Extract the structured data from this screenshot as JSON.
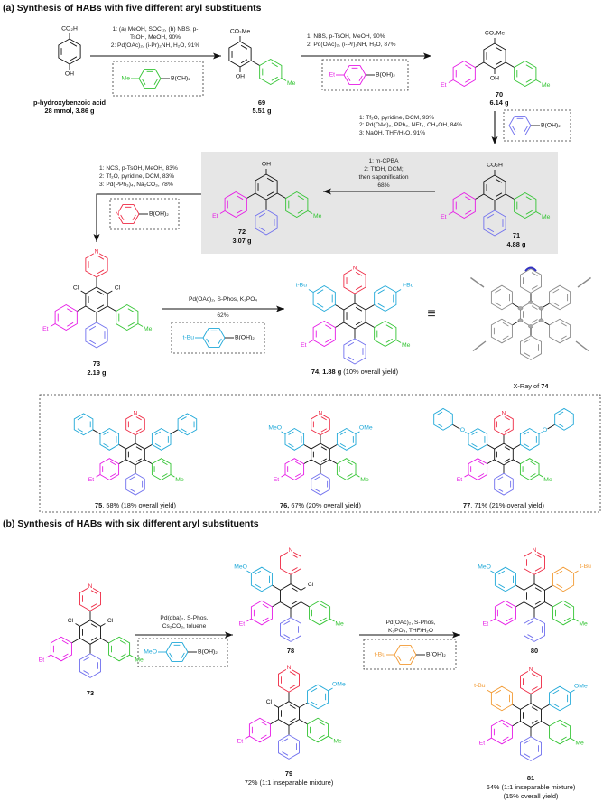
{
  "section_a_title": "(a) Synthesis of HABs with five different aryl substituents",
  "section_b_title": "(b) Synthesis of HABs with six different aryl substituents",
  "atoms": {
    "me": "Me",
    "et": "Et",
    "tbu": "t-Bu",
    "meo": "MeO",
    "ome": "OMe",
    "o": "O",
    "n": "N",
    "cl": "Cl",
    "oh": "OH",
    "co2h": "CO₂H",
    "co2me": "CO₂Me",
    "boh2": "B(OH)₂"
  },
  "colors": {
    "magenta": "#e619e6",
    "green": "#33c433",
    "blue": "#7070ee",
    "red": "#ee2a44",
    "cyan": "#1fa8d8",
    "orange": "#f29a33",
    "grey_box": "#e6e6e6",
    "xray": "#8a8a8a",
    "xray_n": "#3030c0"
  },
  "compounds": {
    "start": {
      "name": "p-hydroxybenzoic acid",
      "amount": "28 mmol, 3.86 g"
    },
    "c69": {
      "id": "69",
      "amount": "5.51 g"
    },
    "c70": {
      "id": "70",
      "amount": "6.14 g"
    },
    "c71": {
      "id": "71",
      "amount": "4.88 g"
    },
    "c72": {
      "id": "72",
      "amount": "3.07 g"
    },
    "c73": {
      "id": "73",
      "amount": "2.19 g"
    },
    "c74": {
      "id": "74",
      "amount": ", 1.88 g",
      "yield": " (10% overall yield)"
    },
    "c75": {
      "id": "75",
      "yield": ", 58% (18% overall yield)"
    },
    "c76": {
      "id": "76,",
      "yield": " 67% (20% overall yield)"
    },
    "c77": {
      "id": "77",
      "yield": ", 71% (21% overall yield)"
    },
    "c73b": {
      "id": "73"
    },
    "c78": {
      "id": "78"
    },
    "c79": {
      "id": "79",
      "yield": "72% (1:1 inseparable mixture)"
    },
    "c80": {
      "id": "80"
    },
    "c81": {
      "id": "81",
      "yield": "64% (1:1 inseparable mixture)",
      "overall": "(15% overall yield)"
    }
  },
  "conditions": {
    "a1": [
      "1: (a) MeOH, SOCl₂, (b) NBS, p-",
      "TsOH, MeOH, 90%",
      "2: Pd(OAc)₂, (i-Pr)₂NH,  H₂O, 91%"
    ],
    "a2": [
      "1: NBS, p-TsOH,  MeOH, 90%",
      "2: Pd(OAc)₂, (i-Pr)₂NH, H₂O, 87%"
    ],
    "a3": [
      "1: Tf₂O, pyridine, DCM, 93%",
      "2: Pd(OAc)₂, PPh₃, NEt₃, CH₃OH, 84%",
      "3: NaOH, THF/H₂O, 91%"
    ],
    "a4": [
      "1: m-CPBA",
      "2: TfOH, DCM;",
      "then saponification",
      "68%"
    ],
    "a5": [
      "1: NCS, p-TsOH,  MeOH, 83%",
      "2: Tf₂O, pyridine, DCM, 83%",
      "3: Pd(PPh₃)₄, Na₂CO₃, 78%"
    ],
    "a6": [
      "Pd(OAc)₂, S-Phos, K₃PO₄",
      "62%"
    ],
    "b1": [
      "Pd(dba)₂, S-Phos,",
      "Cs₂CO₃, toluene"
    ],
    "b2": [
      "Pd(OAc)₂, S-Phos,",
      "K₃PO₄, THF/H₂O"
    ]
  },
  "equiv_symbol": "≡",
  "xray": {
    "prefix": "X-Ray of ",
    "id": "74"
  }
}
